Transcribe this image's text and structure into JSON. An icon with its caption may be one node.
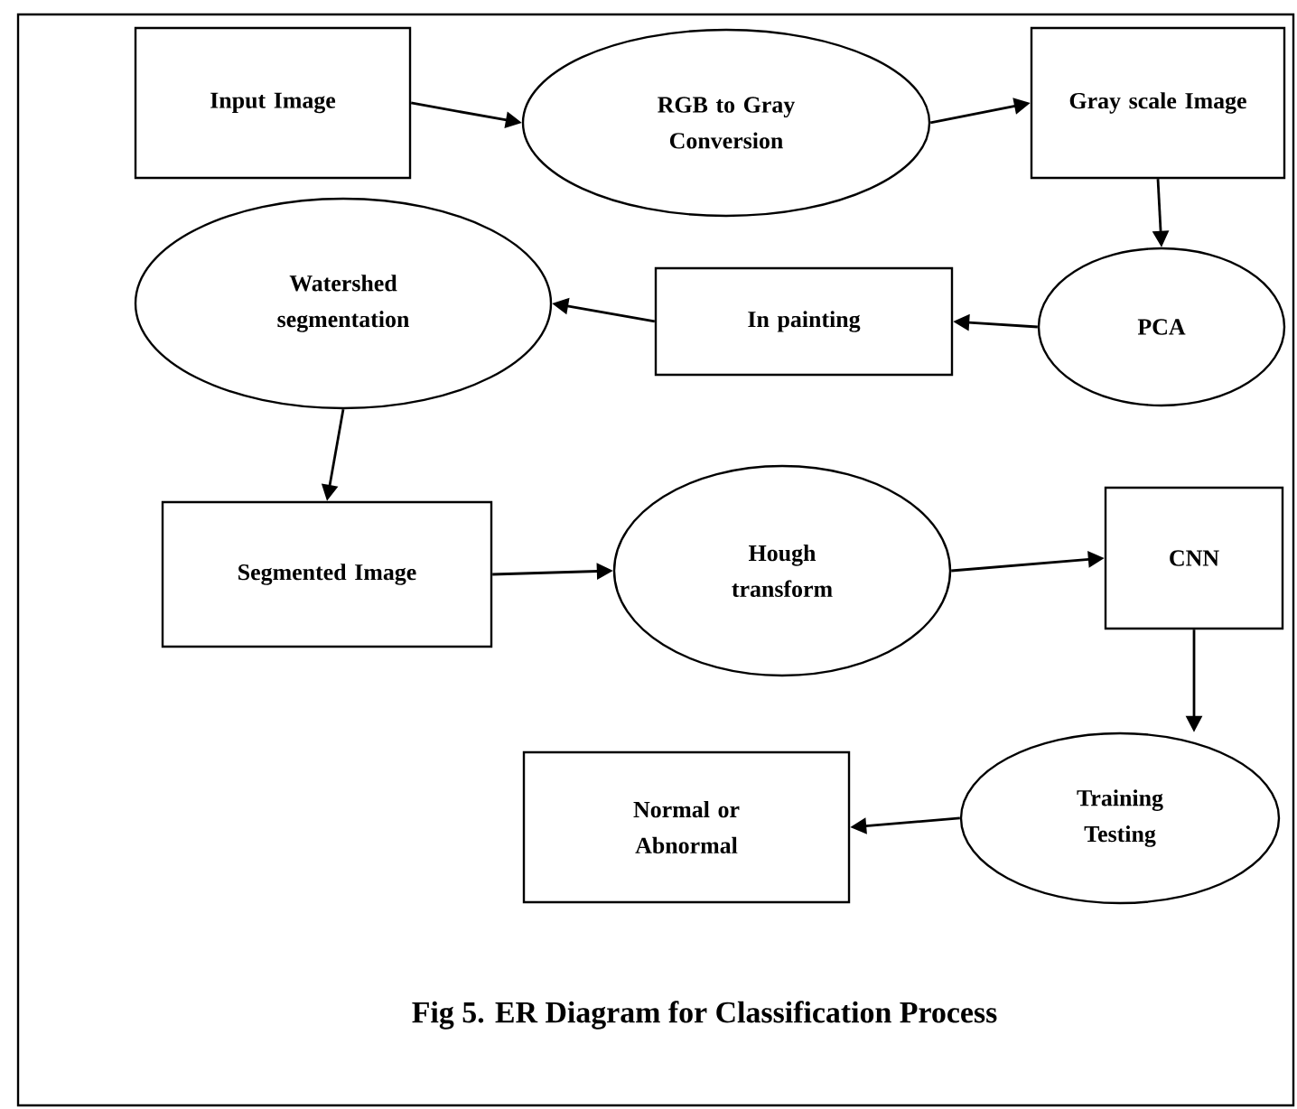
{
  "diagram": {
    "caption": "Fig 5. ER Diagram for Classification Process",
    "nodes": [
      {
        "text": [
          "Input Image"
        ]
      },
      {
        "text": [
          "RGB to Gray Conversion"
        ]
      },
      {
        "text": [
          "Gray scale Image"
        ]
      },
      {
        "text": [
          "PCA"
        ]
      },
      {
        "text": [
          "In painting"
        ]
      },
      {
        "text": [
          "Watershed segmentation"
        ]
      },
      {
        "text": [
          "Segmented Image"
        ]
      },
      {
        "text": [
          "Hough transform"
        ]
      },
      {
        "text": [
          "CNN"
        ]
      },
      {
        "text": [
          "Training Testing"
        ]
      },
      {
        "text": [
          "Normal or Abnormal"
        ]
      }
    ],
    "edges": [
      {
        "from": 0,
        "to": 1,
        "arrow": "to"
      },
      {
        "from": 1,
        "to": 2,
        "arrow": "to"
      },
      {
        "from": 2,
        "to": 3,
        "arrow": "to"
      },
      {
        "from": 3,
        "to": 4,
        "arrow": "to"
      },
      {
        "from": 4,
        "to": 5,
        "arrow": "to"
      },
      {
        "from": 5,
        "to": 6,
        "arrow": "to"
      },
      {
        "from": 6,
        "to": 7,
        "arrow": "to"
      },
      {
        "from": 7,
        "to": 8,
        "arrow": "to"
      },
      {
        "from": 8,
        "to": 9,
        "arrow": "to"
      },
      {
        "from": 9,
        "to": 10,
        "arrow": "to"
      }
    ]
  }
}
